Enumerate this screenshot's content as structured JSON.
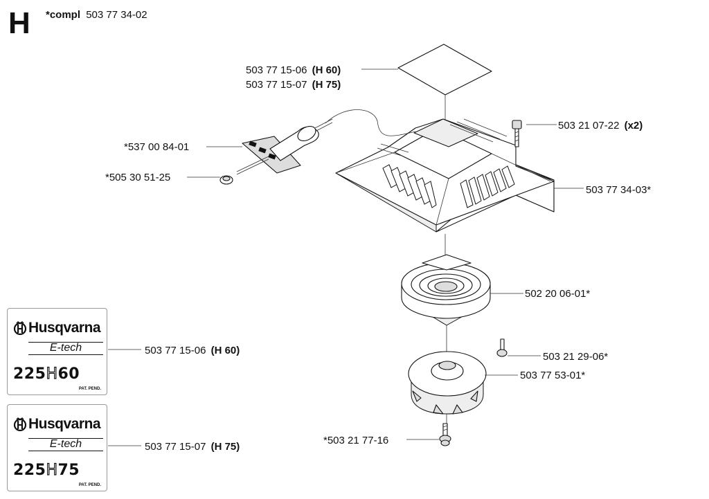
{
  "header": {
    "section_letter": "H",
    "compl_prefix": "*compl",
    "compl_number": "503 77 34-02"
  },
  "labels": {
    "label_sheet_1": "503 77 15-06",
    "label_sheet_1_suffix": "(H 60)",
    "label_sheet_2": "503 77 15-07",
    "label_sheet_2_suffix": "(H 75)",
    "screw_top": "503 21 07-22",
    "screw_top_suffix": "(x2)",
    "handle": "*537 00 84-01",
    "nipple": "*505 30 51-25",
    "cover": "503 77 34-03*",
    "spring": "502 20 06-01*",
    "screw_mid": "503 21 29-06*",
    "pulley": "503 77 53-01*",
    "screw_bottom": "*503 21 77-16",
    "decal_1_part": "503 77 15-06",
    "decal_1_suffix": "(H 60)",
    "decal_2_part": "503 77 15-07",
    "decal_2_suffix": "(H 75)"
  },
  "decals": [
    {
      "brand": "Husqvarna",
      "series": "E-tech",
      "model_prefix": "225",
      "model_letter": "H",
      "model_suffix": "60",
      "patent": "PAT. PEND."
    },
    {
      "brand": "Husqvarna",
      "series": "E-tech",
      "model_prefix": "225",
      "model_letter": "H",
      "model_suffix": "75",
      "patent": "PAT. PEND."
    }
  ]
}
